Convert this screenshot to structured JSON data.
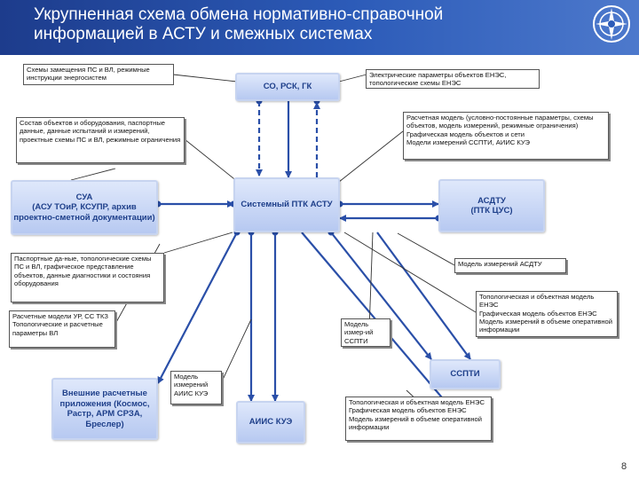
{
  "header": {
    "title": "Укрупненная схема обмена нормативно-справочной информацией в АСТУ и смежных системах",
    "accent": "#1d3c8c"
  },
  "logo": {
    "icon": "company-emblem-icon"
  },
  "systems": {
    "so": "СО, РСК, ГК",
    "sua": "СУА\n(АСУ ТОиР, КСУПР, архив проектно-сметной документации)",
    "ptk": "Системный ПТК АСТУ",
    "asdtu": "АСДТУ\n(ПТК ЦУС)",
    "ext": "Внешние расчетные приложения (Космос, Растр, АРМ СРЗА, Бреслер)",
    "aiis": "АИИС КУЭ",
    "ssptI": "ССПТИ"
  },
  "notes": {
    "n1": "Схемы замещения ПС и ВЛ, режимные инструкции энергосистем",
    "n2": "Электрические параметры объектов ЕНЭС, топологические схемы ЕНЭС",
    "n3": "Состав объектов и оборудования, паспортные данные, данные испытаний и измерений, проектные схемы ПС и ВЛ, режимные ограничения",
    "n4": "Расчетная модель (условно-постоянные параметры, схемы объектов, модель измерений, режимные ограничения)\nГрафическая модель объектов и сети\nМодели измерений ССПТИ, АИИС КУЭ",
    "n5": "Паспортные да-ные, топологические схемы ПС и ВЛ, графическое представление объектов, данные диагностики и состояния оборудования",
    "n6": "Модель измерений АСДТУ",
    "n7": "Расчетные модели УР, СС ТКЗ\nТопологические и расчетные параметры ВЛ",
    "n8": "Топологическая и объектная модель ЕНЭС\nГрафическая модель объектов ЕНЭС\nМодель измерений в объеме оперативной информации",
    "n9": "Модель измер-ий ССПТИ",
    "n10": "Модель измерений АИИС КУЭ",
    "n11": "Топологическая и объектная модель ЕНЭС\nГрафическая модель объектов ЕНЭС\nМодель измерений в объеме оперативной информации"
  },
  "page_number": "8"
}
